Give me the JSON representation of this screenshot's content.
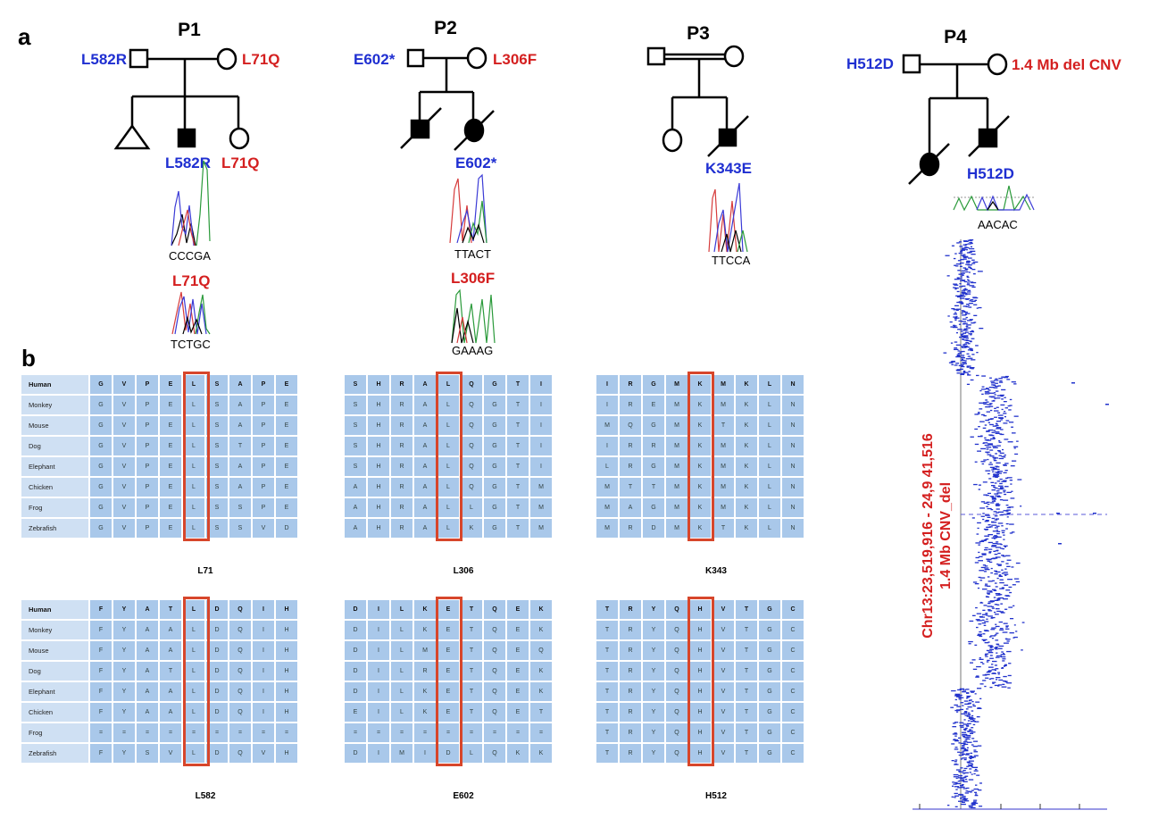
{
  "panels": {
    "a": "a",
    "b": "b"
  },
  "pedigrees": [
    {
      "title": "P1",
      "father_label": "L582R",
      "mother_label": "L71Q",
      "child_labels": [
        "L582R",
        "L71Q"
      ]
    },
    {
      "title": "P2",
      "father_label": "E602*",
      "mother_label": "L306F",
      "child_labels": [
        "E602*"
      ]
    },
    {
      "title": "P3",
      "child_labels": [
        "K343E"
      ]
    },
    {
      "title": "P4",
      "father_label": "H512D",
      "mother_label": "1.4 Mb del CNV",
      "child_labels": [
        "H512D"
      ]
    }
  ],
  "chromatograms": [
    {
      "label": "L582R",
      "sequence": "CCCGA"
    },
    {
      "label": "L71Q",
      "sequence": "TCTGC"
    },
    {
      "label": "E602*",
      "sequence": "TTACT"
    },
    {
      "label": "L306F",
      "sequence": "GAAAG"
    },
    {
      "label": "K343E",
      "sequence": "TTCCA"
    },
    {
      "label": "H512D",
      "sequence": "AACAC"
    }
  ],
  "alignments": [
    {
      "caption": "L71",
      "highlight_col": 4,
      "rows": [
        {
          "species": "Human",
          "seq": [
            "G",
            "V",
            "P",
            "E",
            "L",
            "S",
            "A",
            "P",
            "E"
          ]
        },
        {
          "species": "Monkey",
          "seq": [
            "G",
            "V",
            "P",
            "E",
            "L",
            "S",
            "A",
            "P",
            "E"
          ]
        },
        {
          "species": "Mouse",
          "seq": [
            "G",
            "V",
            "P",
            "E",
            "L",
            "S",
            "A",
            "P",
            "E"
          ]
        },
        {
          "species": "Dog",
          "seq": [
            "G",
            "V",
            "P",
            "E",
            "L",
            "S",
            "T",
            "P",
            "E"
          ]
        },
        {
          "species": "Elephant",
          "seq": [
            "G",
            "V",
            "P",
            "E",
            "L",
            "S",
            "A",
            "P",
            "E"
          ]
        },
        {
          "species": "Chicken",
          "seq": [
            "G",
            "V",
            "P",
            "E",
            "L",
            "S",
            "A",
            "P",
            "E"
          ]
        },
        {
          "species": "Frog",
          "seq": [
            "G",
            "V",
            "P",
            "E",
            "L",
            "S",
            "S",
            "P",
            "E"
          ]
        },
        {
          "species": "Zebrafish",
          "seq": [
            "G",
            "V",
            "P",
            "E",
            "L",
            "S",
            "S",
            "V",
            "D"
          ]
        }
      ]
    },
    {
      "caption": "L306",
      "highlight_col": 4,
      "rows": [
        {
          "species": "Human",
          "seq": [
            "S",
            "H",
            "R",
            "A",
            "L",
            "Q",
            "G",
            "T",
            "I"
          ]
        },
        {
          "species": "Monkey",
          "seq": [
            "S",
            "H",
            "R",
            "A",
            "L",
            "Q",
            "G",
            "T",
            "I"
          ]
        },
        {
          "species": "Mouse",
          "seq": [
            "S",
            "H",
            "R",
            "A",
            "L",
            "Q",
            "G",
            "T",
            "I"
          ]
        },
        {
          "species": "Dog",
          "seq": [
            "S",
            "H",
            "R",
            "A",
            "L",
            "Q",
            "G",
            "T",
            "I"
          ]
        },
        {
          "species": "Elephant",
          "seq": [
            "S",
            "H",
            "R",
            "A",
            "L",
            "Q",
            "G",
            "T",
            "I"
          ]
        },
        {
          "species": "Chicken",
          "seq": [
            "A",
            "H",
            "R",
            "A",
            "L",
            "Q",
            "G",
            "T",
            "M"
          ]
        },
        {
          "species": "Frog",
          "seq": [
            "A",
            "H",
            "R",
            "A",
            "L",
            "L",
            "G",
            "T",
            "M"
          ]
        },
        {
          "species": "Zebrafish",
          "seq": [
            "A",
            "H",
            "R",
            "A",
            "L",
            "K",
            "G",
            "T",
            "M"
          ]
        }
      ]
    },
    {
      "caption": "K343",
      "highlight_col": 4,
      "rows": [
        {
          "species": "Human",
          "seq": [
            "I",
            "R",
            "G",
            "M",
            "K",
            "M",
            "K",
            "L",
            "N"
          ]
        },
        {
          "species": "Monkey",
          "seq": [
            "I",
            "R",
            "E",
            "M",
            "K",
            "M",
            "K",
            "L",
            "N"
          ]
        },
        {
          "species": "Mouse",
          "seq": [
            "M",
            "Q",
            "G",
            "M",
            "K",
            "T",
            "K",
            "L",
            "N"
          ]
        },
        {
          "species": "Dog",
          "seq": [
            "I",
            "R",
            "R",
            "M",
            "K",
            "M",
            "K",
            "L",
            "N"
          ]
        },
        {
          "species": "Elephant",
          "seq": [
            "L",
            "R",
            "G",
            "M",
            "K",
            "M",
            "K",
            "L",
            "N"
          ]
        },
        {
          "species": "Chicken",
          "seq": [
            "M",
            "T",
            "T",
            "M",
            "K",
            "M",
            "K",
            "L",
            "N"
          ]
        },
        {
          "species": "Frog",
          "seq": [
            "M",
            "A",
            "G",
            "M",
            "K",
            "M",
            "K",
            "L",
            "N"
          ]
        },
        {
          "species": "Zebrafish",
          "seq": [
            "M",
            "R",
            "D",
            "M",
            "K",
            "T",
            "K",
            "L",
            "N"
          ]
        }
      ]
    },
    {
      "caption": "L582",
      "highlight_col": 4,
      "rows": [
        {
          "species": "Human",
          "seq": [
            "F",
            "Y",
            "A",
            "T",
            "L",
            "D",
            "Q",
            "I",
            "H"
          ]
        },
        {
          "species": "Monkey",
          "seq": [
            "F",
            "Y",
            "A",
            "A",
            "L",
            "D",
            "Q",
            "I",
            "H"
          ]
        },
        {
          "species": "Mouse",
          "seq": [
            "F",
            "Y",
            "A",
            "A",
            "L",
            "D",
            "Q",
            "I",
            "H"
          ]
        },
        {
          "species": "Dog",
          "seq": [
            "F",
            "Y",
            "A",
            "T",
            "L",
            "D",
            "Q",
            "I",
            "H"
          ]
        },
        {
          "species": "Elephant",
          "seq": [
            "F",
            "Y",
            "A",
            "A",
            "L",
            "D",
            "Q",
            "I",
            "H"
          ]
        },
        {
          "species": "Chicken",
          "seq": [
            "F",
            "Y",
            "A",
            "A",
            "L",
            "D",
            "Q",
            "I",
            "H"
          ]
        },
        {
          "species": "Frog",
          "seq": [
            "=",
            "=",
            "=",
            "=",
            "=",
            "=",
            "=",
            "=",
            "="
          ]
        },
        {
          "species": "Zebrafish",
          "seq": [
            "F",
            "Y",
            "S",
            "V",
            "L",
            "D",
            "Q",
            "V",
            "H"
          ]
        }
      ]
    },
    {
      "caption": "E602",
      "highlight_col": 4,
      "rows": [
        {
          "species": "Human",
          "seq": [
            "D",
            "I",
            "L",
            "K",
            "E",
            "T",
            "Q",
            "E",
            "K"
          ]
        },
        {
          "species": "Monkey",
          "seq": [
            "D",
            "I",
            "L",
            "K",
            "E",
            "T",
            "Q",
            "E",
            "K"
          ]
        },
        {
          "species": "Mouse",
          "seq": [
            "D",
            "I",
            "L",
            "M",
            "E",
            "T",
            "Q",
            "E",
            "Q"
          ]
        },
        {
          "species": "Dog",
          "seq": [
            "D",
            "I",
            "L",
            "R",
            "E",
            "T",
            "Q",
            "E",
            "K"
          ]
        },
        {
          "species": "Elephant",
          "seq": [
            "D",
            "I",
            "L",
            "K",
            "E",
            "T",
            "Q",
            "E",
            "K"
          ]
        },
        {
          "species": "Chicken",
          "seq": [
            "E",
            "I",
            "L",
            "K",
            "E",
            "T",
            "Q",
            "E",
            "T"
          ]
        },
        {
          "species": "Frog",
          "seq": [
            "=",
            "=",
            "=",
            "=",
            "=",
            "=",
            "=",
            "=",
            "="
          ]
        },
        {
          "species": "Zebrafish",
          "seq": [
            "D",
            "I",
            "M",
            "I",
            "D",
            "L",
            "Q",
            "K",
            "K"
          ]
        }
      ]
    },
    {
      "caption": "H512",
      "highlight_col": 4,
      "rows": [
        {
          "species": "Human",
          "seq": [
            "T",
            "R",
            "Y",
            "Q",
            "H",
            "V",
            "T",
            "G",
            "C"
          ]
        },
        {
          "species": "Monkey",
          "seq": [
            "T",
            "R",
            "Y",
            "Q",
            "H",
            "V",
            "T",
            "G",
            "C"
          ]
        },
        {
          "species": "Mouse",
          "seq": [
            "T",
            "R",
            "Y",
            "Q",
            "H",
            "V",
            "T",
            "G",
            "C"
          ]
        },
        {
          "species": "Dog",
          "seq": [
            "T",
            "R",
            "Y",
            "Q",
            "H",
            "V",
            "T",
            "G",
            "C"
          ]
        },
        {
          "species": "Elephant",
          "seq": [
            "T",
            "R",
            "Y",
            "Q",
            "H",
            "V",
            "T",
            "G",
            "C"
          ]
        },
        {
          "species": "Chicken",
          "seq": [
            "T",
            "R",
            "Y",
            "Q",
            "H",
            "V",
            "T",
            "G",
            "C"
          ]
        },
        {
          "species": "Frog",
          "seq": [
            "T",
            "R",
            "Y",
            "Q",
            "H",
            "V",
            "T",
            "G",
            "C"
          ]
        },
        {
          "species": "Zebrafish",
          "seq": [
            "T",
            "R",
            "Y",
            "Q",
            "H",
            "V",
            "T",
            "G",
            "C"
          ]
        }
      ]
    }
  ],
  "cnv": {
    "coords": "Chr13:23,519,916 - 24,9 41,516",
    "description": "1.4 Mb CNV_del"
  },
  "colors": {
    "blue": "#1f2fd1",
    "red": "#d41f1f",
    "highlight": "#d7462b",
    "scatter": "#2233cc"
  }
}
